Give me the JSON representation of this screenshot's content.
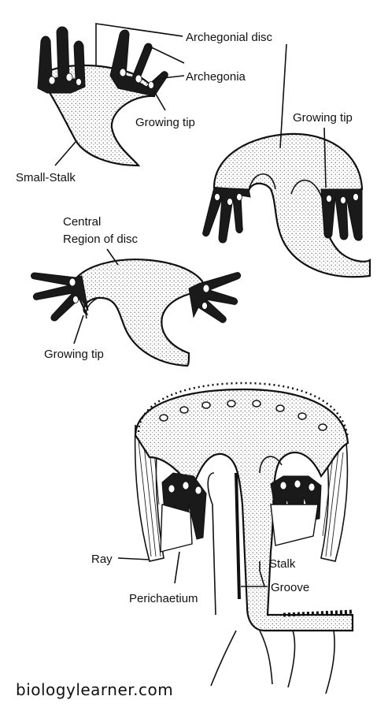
{
  "labels": {
    "archegonial_disc": "Archegonial disc",
    "archegonia": "Archegonia",
    "growing_tip_1": "Growing tip",
    "growing_tip_2": "Growing tip",
    "small_stalk": "Small-Stalk",
    "central_region_line1": "Central",
    "central_region_line2": "Region of disc",
    "growing_tip_3": "Growing tip",
    "ray": "Ray",
    "stalk": "Stalk",
    "groove": "Groove",
    "perichaetium": "Perichaetium"
  },
  "watermark": "biologylearner.com"
}
